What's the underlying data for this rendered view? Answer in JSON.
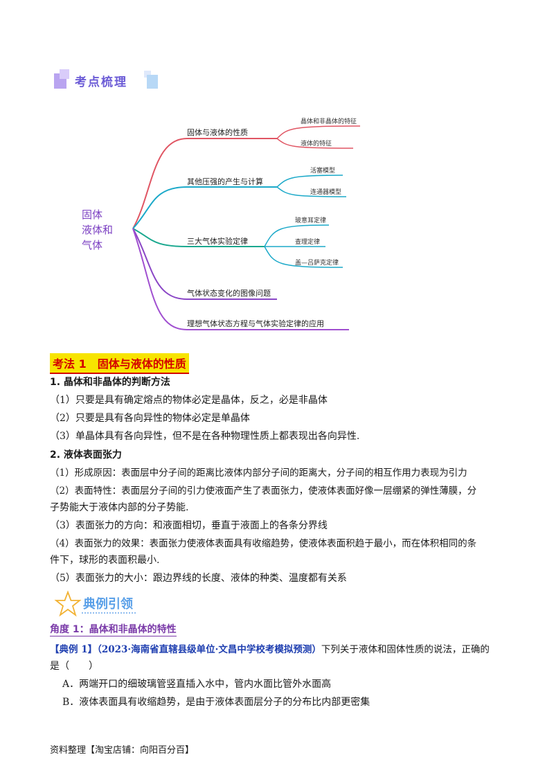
{
  "section_title": "考点梳理",
  "mindmap": {
    "root": "固体\n液体和\n气体",
    "root_lines": [
      "固体",
      "液体和",
      "气体"
    ],
    "branches": [
      {
        "label": "固体与液体的性质",
        "children": [
          "晶体和非晶体的特征",
          "液体的特征"
        ]
      },
      {
        "label": "其他压强的产生与计算",
        "children": [
          "活塞模型",
          "连通器模型"
        ]
      },
      {
        "label": "三大气体实验定律",
        "children": [
          "玻意耳定律",
          "查理定律",
          "盖—吕萨克定律"
        ]
      },
      {
        "label": "气体状态变化的图像问题",
        "children": []
      },
      {
        "label": "理想气体状态方程与气体实验定律的应用",
        "children": []
      }
    ]
  },
  "method_heading": "考法 1　固体与液体的性质",
  "lines": [
    "1. 晶体和非晶体的判断方法",
    "（1）只要是具有确定熔点的物体必定是晶体，反之，必是非晶体",
    "（2）只要是具有各向异性的物体必定是单晶体",
    "（3）单晶体具有各向异性，但不是在各种物理性质上都表现出各向异性.",
    "2. 液体表面张力",
    "（1）形成原因：表面层中分子间的距离比液体内部分子间的距离大，分子间的相互作用力表现为引力",
    "（2）表面特性：表面层分子间的引力使液面产生了表面张力，使液体表面好像一层绷紧的弹性薄膜，分",
    "子势能大于液体内部的分子势能.",
    "（3）表面张力的方向：和液面相切，垂直于液面上的各条分界线",
    "（4）表面张力的效果：表面张力使液体表面具有收缩趋势，使液体表面积趋于最小，而在体积相同的条",
    "件下，球形的表面积最小.",
    "（5）表面张力的大小：跟边界线的长度、液体的种类、温度都有关系"
  ],
  "example_banner": "典例引领",
  "angle": "角度 1：晶体和非晶体的特性",
  "example": {
    "tag": "【典例 1】",
    "source": "（2023·海南省直辖县级单位·文昌中学校考模拟预测）",
    "question": "下列关于液体和固体性质的说法，正确的",
    "question_cont": "是（　　）",
    "options": [
      "A．两端开口的细玻璃管竖直插入水中，管内水面比管外水面高",
      "B．液体表面具有收缩趋势，是由于液体表面层分子的分布比内部更密集"
    ]
  },
  "footer": "资料整理【淘宝店铺：向阳百分百】",
  "colors": {
    "branch1": "#e05563",
    "branch2": "#1ba9c9",
    "branch3": "#1aa88f",
    "branch4": "#8a46c6",
    "branch5": "#a04fd0",
    "root": "#7b3fc2",
    "heading_bg": "#f7e400",
    "heading_text": "#d40000"
  }
}
